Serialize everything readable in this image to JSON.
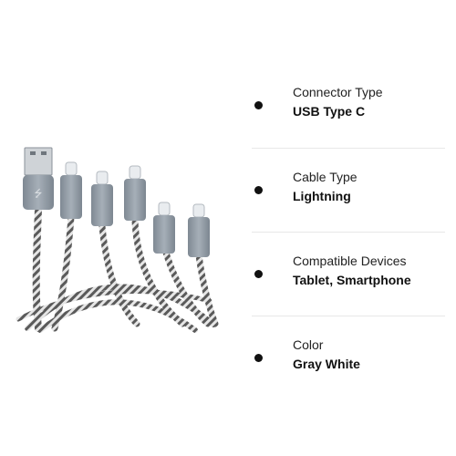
{
  "product_image": {
    "icon": "braided-charging-cables-icon",
    "colors": {
      "connector": "#8f99a3",
      "braid_light": "#e6e6e6",
      "braid_dark": "#5a5a5a",
      "lightning_tip": "#e9ecef"
    }
  },
  "specs": [
    {
      "label": "Connector Type",
      "value": "USB Type C"
    },
    {
      "label": "Cable Type",
      "value": "Lightning"
    },
    {
      "label": "Compatible Devices",
      "value": "Tablet, Smartphone"
    },
    {
      "label": "Color",
      "value": "Gray White"
    }
  ]
}
